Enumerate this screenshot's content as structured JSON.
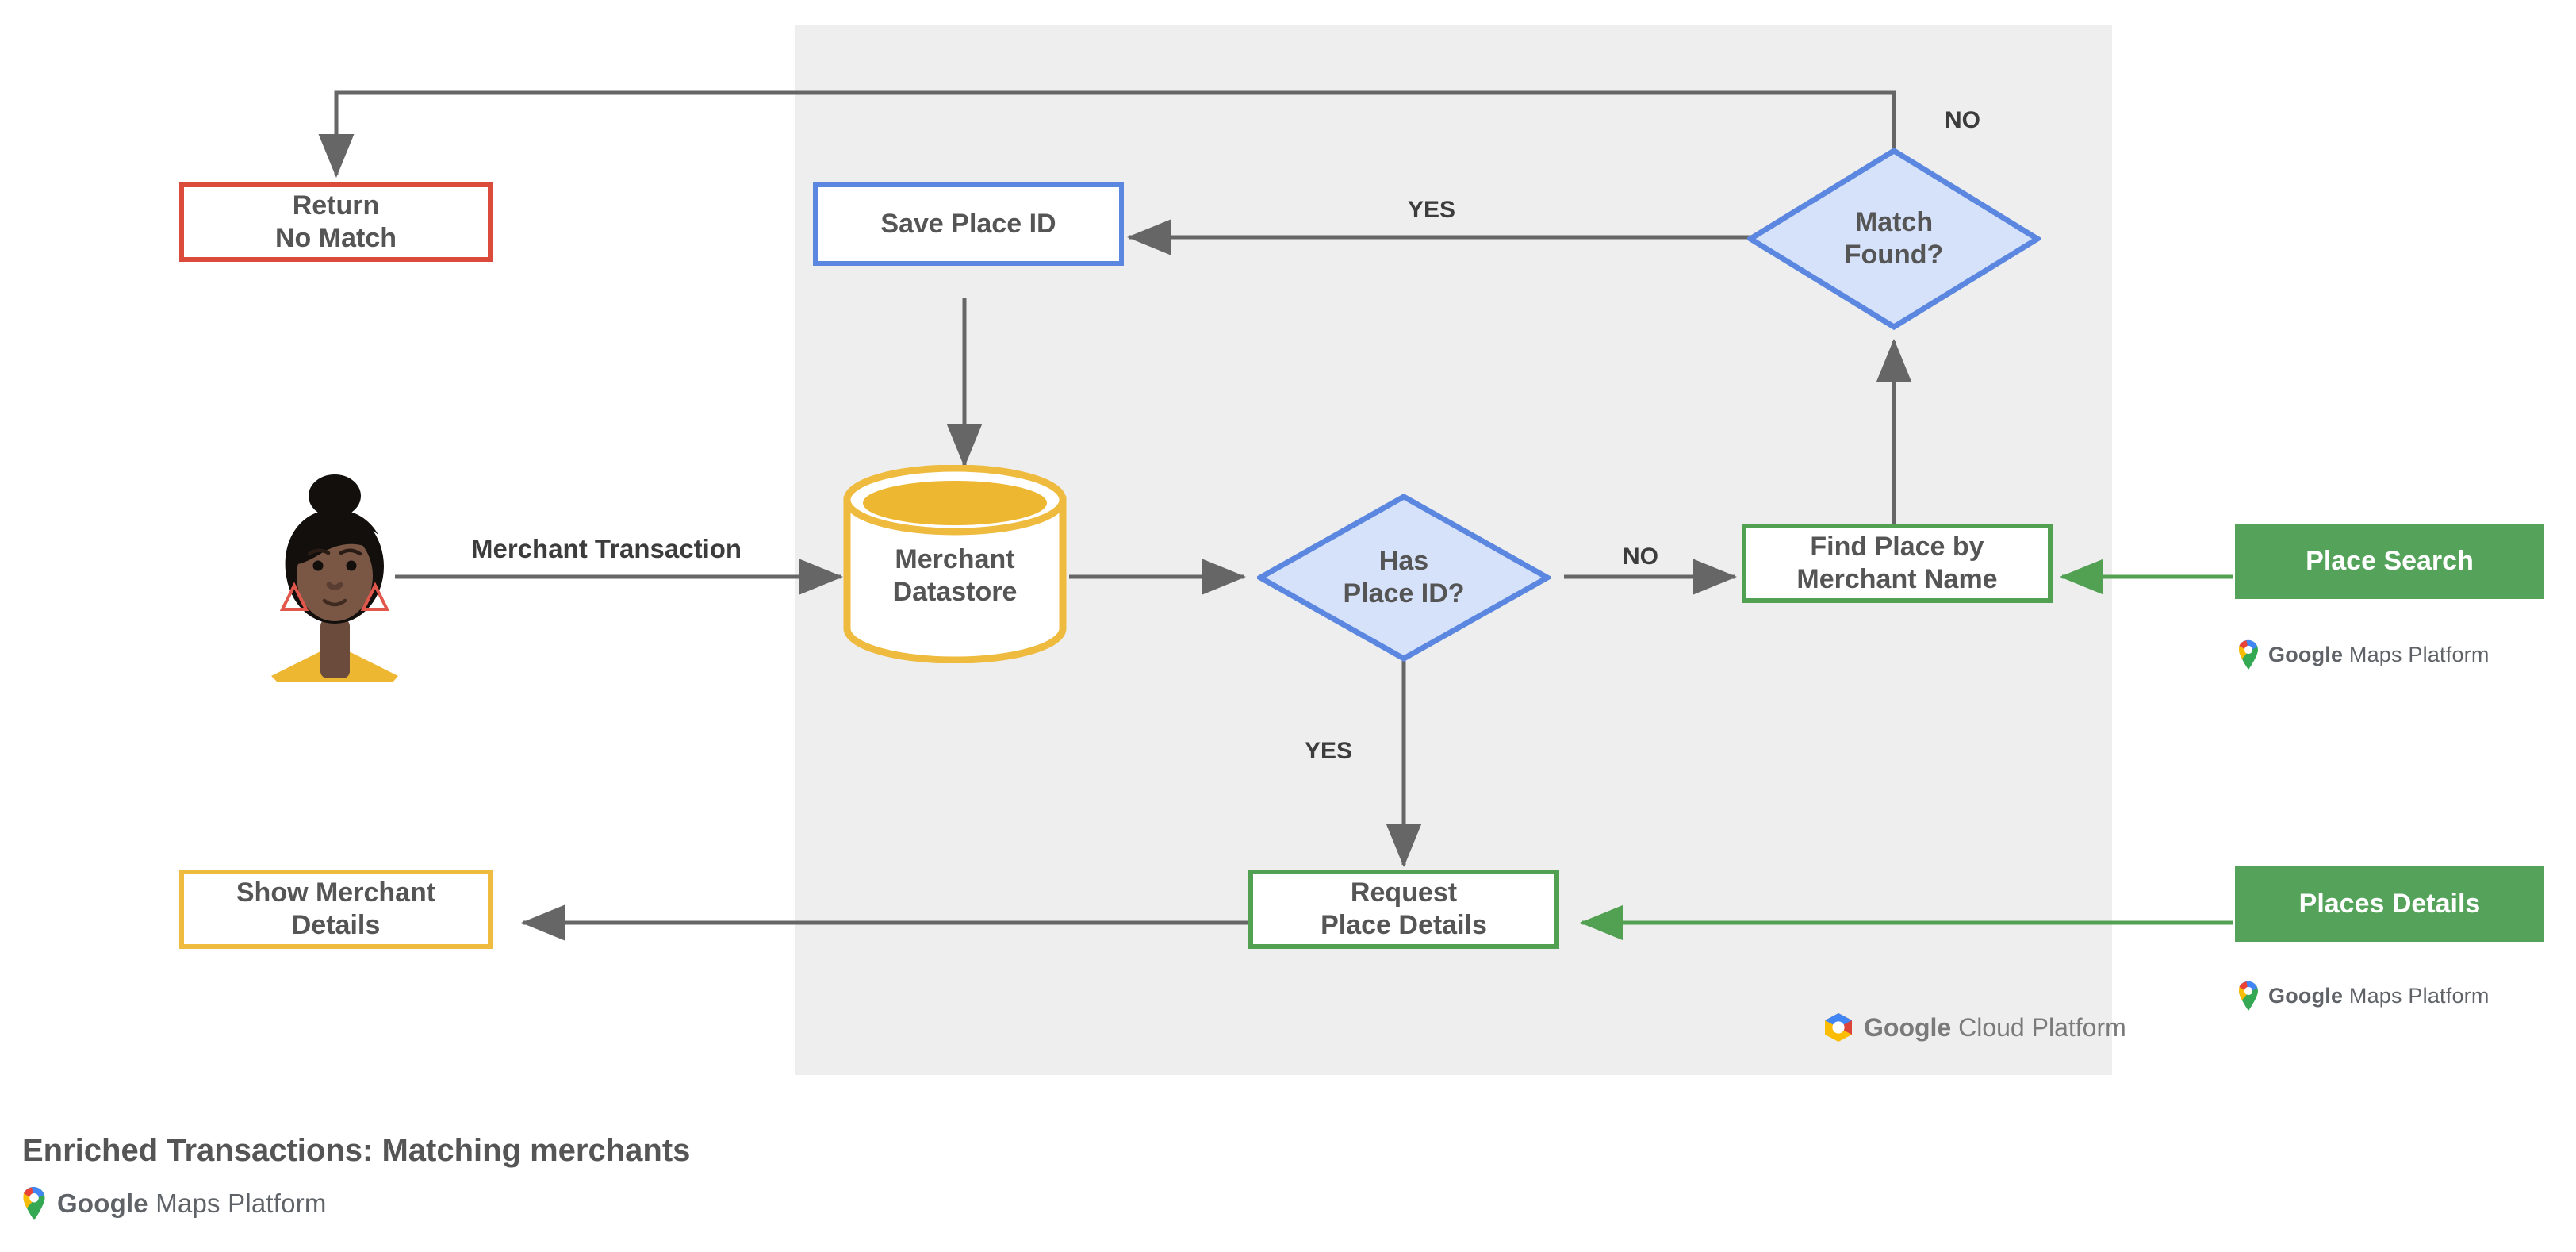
{
  "diagram": {
    "title": "Enriched Transactions: Matching merchants",
    "platform_brand": "Google Maps Platform",
    "platform_brand_bold": "Google",
    "platform_brand_rest": " Maps Platform",
    "cloud_brand_bold": "Google",
    "cloud_brand_rest": " Cloud Platform",
    "colors": {
      "panel_bg": "#eeeeee",
      "red": "#DB4B3C",
      "blue": "#5B87E0",
      "blue_fill": "#D6E2FA",
      "green": "#52A052",
      "green_solid": "#55A35A",
      "yellow": "#EFBB3F",
      "yellow_fill": "#EDB731",
      "edge": "#666666",
      "text": "#555555"
    }
  },
  "nodes": {
    "return_no_match": {
      "line1": "Return",
      "line2": "No Match"
    },
    "save_place_id": {
      "label": "Save Place ID"
    },
    "match_found": {
      "line1": "Match",
      "line2": "Found?"
    },
    "merchant_datastore": {
      "line1": "Merchant",
      "line2": "Datastore"
    },
    "has_place_id": {
      "line1": "Has",
      "line2": "Place ID?"
    },
    "find_place_by_merchant_name": {
      "line1": "Find Place by",
      "line2": "Merchant Name"
    },
    "place_search": {
      "label": "Place Search"
    },
    "request_place_details": {
      "line1": "Request",
      "line2": "Place Details"
    },
    "places_details": {
      "label": "Places Details"
    },
    "show_merchant_details": {
      "line1": "Show Merchant",
      "line2": "Details"
    }
  },
  "edge_labels": {
    "merchant_transaction": "Merchant Transaction",
    "match_found_no": "NO",
    "match_found_yes": "YES",
    "has_place_id_no": "NO",
    "has_place_id_yes": "YES"
  }
}
